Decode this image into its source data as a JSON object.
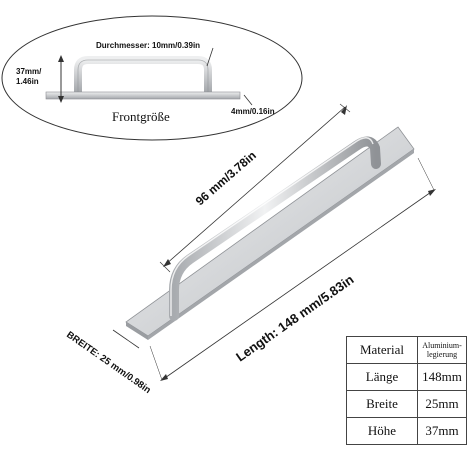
{
  "inset": {
    "diameter_label": "Durchmesser: 10mm/0.39in",
    "height_label_line1": "37mm/",
    "height_label_line2": "1.46in",
    "thickness_label": "4mm/0.16in",
    "caption": "Frontgröße"
  },
  "dimensions": {
    "hole_spacing": "96 mm/3.78in",
    "length": "Length: 148 mm/5.83in",
    "width": "BREITE: 25 mm/0.98in"
  },
  "spec_table": {
    "rows": [
      {
        "key": "Material",
        "value": "Aluminium-\nlegierung"
      },
      {
        "key": "Länge",
        "value": "148mm"
      },
      {
        "key": "Breite",
        "value": "25mm"
      },
      {
        "key": "Höhe",
        "value": "37mm"
      }
    ]
  },
  "colors": {
    "metal_light": "#e4e6e8",
    "metal_dark": "#9a9da1",
    "line": "#333333"
  }
}
